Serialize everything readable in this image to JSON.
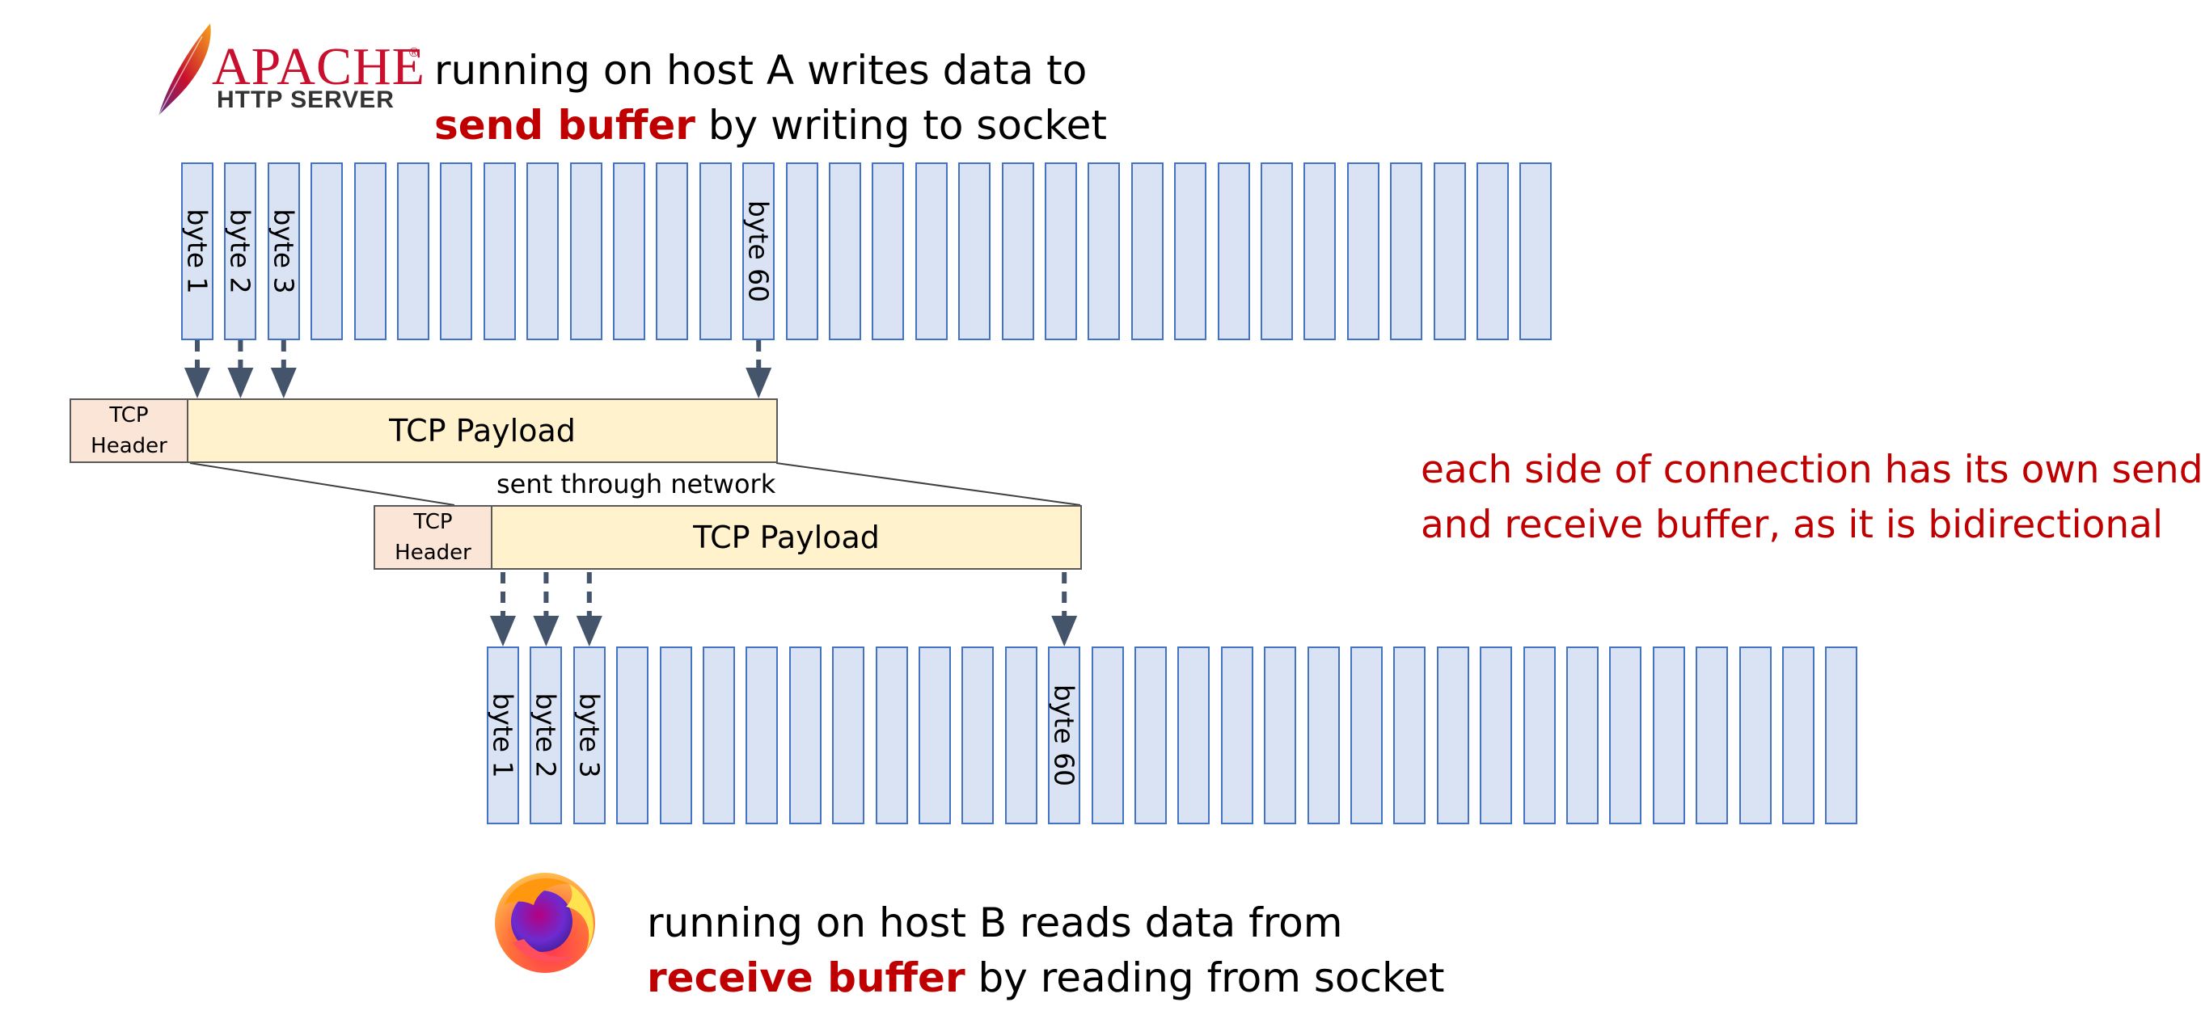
{
  "sender": {
    "logo_name": "APACHE",
    "logo_reg": "®",
    "logo_sub": "HTTP SERVER",
    "caption_line1": "running on host A writes data to",
    "caption_bold": "send buffer",
    "caption_rest": " by writing to socket"
  },
  "receiver": {
    "caption_line1": "running on host B reads data from",
    "caption_bold": "receive buffer",
    "caption_rest": " by reading from socket"
  },
  "send_buffer": {
    "cell_count": 32,
    "labels": [
      {
        "cell": 0,
        "text": "byte 1"
      },
      {
        "cell": 1,
        "text": "byte 2"
      },
      {
        "cell": 2,
        "text": "byte 3"
      },
      {
        "cell": 13,
        "text": "byte 60"
      }
    ]
  },
  "receive_buffer": {
    "cell_count": 32,
    "labels": [
      {
        "cell": 0,
        "text": "byte 1"
      },
      {
        "cell": 1,
        "text": "byte 2"
      },
      {
        "cell": 2,
        "text": "byte 3"
      },
      {
        "cell": 13,
        "text": "byte 60"
      }
    ]
  },
  "segment_sent": {
    "header_line1": "TCP",
    "header_line2": "Header",
    "payload": "TCP Payload"
  },
  "segment_received": {
    "header_line1": "TCP",
    "header_line2": "Header",
    "payload": "TCP Payload"
  },
  "network_label": "sent through network",
  "note": {
    "line1": "each side of connection has its own send",
    "line2": "and receive buffer, as it is bidirectional"
  },
  "colors": {
    "buffer_fill": "#dae3f3",
    "buffer_border": "#4472c4",
    "header_fill": "#fbe5d6",
    "payload_fill": "#fff2cc",
    "arrow": "#44546a",
    "accent_red": "#c00000"
  }
}
